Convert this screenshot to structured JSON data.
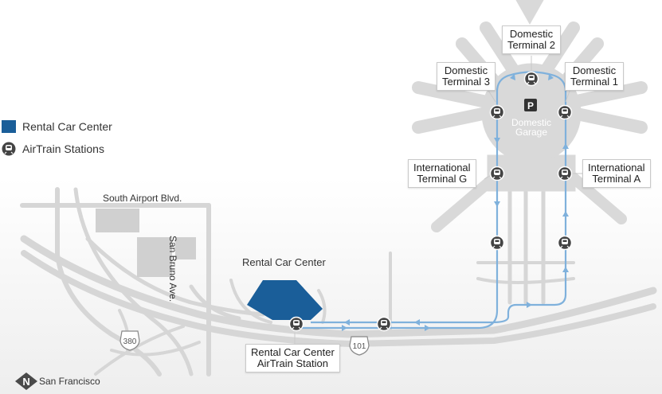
{
  "legend": {
    "rental_car_center": {
      "label": "Rental Car Center",
      "color": "#1a5e99"
    },
    "airtrain_stations": {
      "label": "AirTrain Stations"
    }
  },
  "road_labels": {
    "south_airport_blvd": "South Airport Blvd.",
    "san_bruno_ave": "San Bruno Ave.",
    "hwy_380": "380",
    "hwy_101": "101"
  },
  "places": {
    "rental_car_center": "Rental Car Center",
    "garage_p": "P",
    "garage_line1": "Domestic",
    "garage_line2": "Garage"
  },
  "callouts": {
    "domestic_terminal_2": {
      "line1": "Domestic",
      "line2": "Terminal 2"
    },
    "domestic_terminal_3": {
      "line1": "Domestic",
      "line2": "Terminal 3"
    },
    "domestic_terminal_1": {
      "line1": "Domestic",
      "line2": "Terminal 1"
    },
    "international_terminal_g": {
      "line1": "International",
      "line2": "Terminal G"
    },
    "international_terminal_a": {
      "line1": "International",
      "line2": "Terminal A"
    },
    "rental_car_center_station": {
      "line1": "Rental Car Center",
      "line2": "AirTrain Station"
    }
  },
  "compass": {
    "letter": "N",
    "label": "San Francisco"
  },
  "colors": {
    "airtrain_line": "#7fb1dc",
    "rental_car": "#1a5e99",
    "roads": "#d5d5d5",
    "terminals": "#d9d9d9"
  }
}
